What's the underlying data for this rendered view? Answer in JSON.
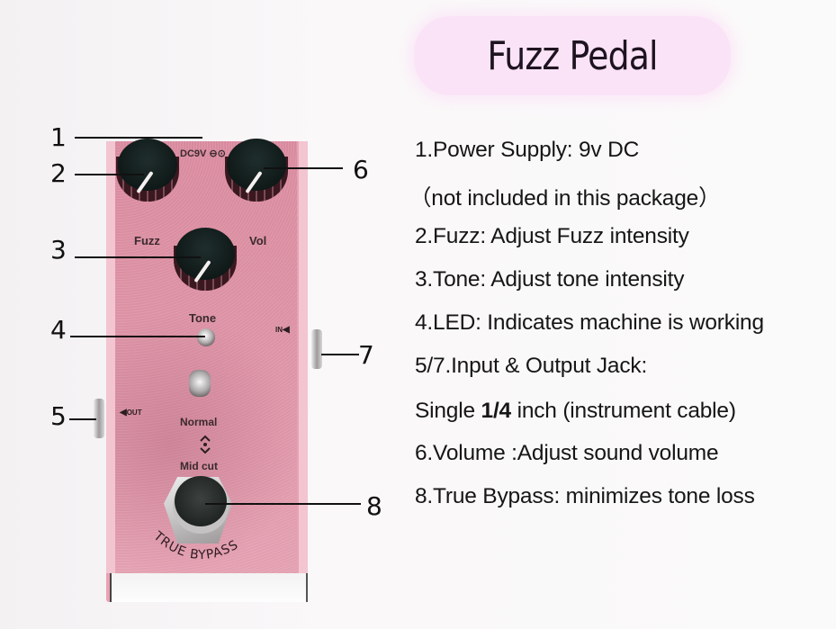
{
  "title": "Fuzz Pedal",
  "specs": [
    {
      "text": "1.Power Supply: 9v DC"
    },
    {
      "text": "（not included in this package）"
    },
    {
      "text": "2.Fuzz: Adjust Fuzz intensity"
    },
    {
      "text": "3.Tone: Adjust tone intensity"
    },
    {
      "text": "4.LED: Indicates machine is working"
    },
    {
      "text": "5/7.Input & Output Jack:"
    },
    {
      "pre": "Single ",
      "bold": "1/4",
      "post": " inch (instrument cable)"
    },
    {
      "text": "6.Volume :Adjust sound volume"
    },
    {
      "text": "8.True Bypass: minimizes tone loss"
    }
  ],
  "pedal": {
    "power_label": "DC9V ⊖⊙",
    "knobs": [
      {
        "name": "fuzz",
        "label": "Fuzz"
      },
      {
        "name": "vol",
        "label": "Vol"
      },
      {
        "name": "tone",
        "label": "Tone"
      }
    ],
    "switch_top_label": "Normal",
    "switch_arrows": "◇",
    "switch_bottom_label": "Mid cut",
    "bypass_label": "TRUE BYPASS",
    "input_label": "IN",
    "output_label": "OUT",
    "body_color": "#dd93a6"
  },
  "callouts": [
    "1",
    "2",
    "3",
    "4",
    "5",
    "6",
    "7",
    "8"
  ]
}
